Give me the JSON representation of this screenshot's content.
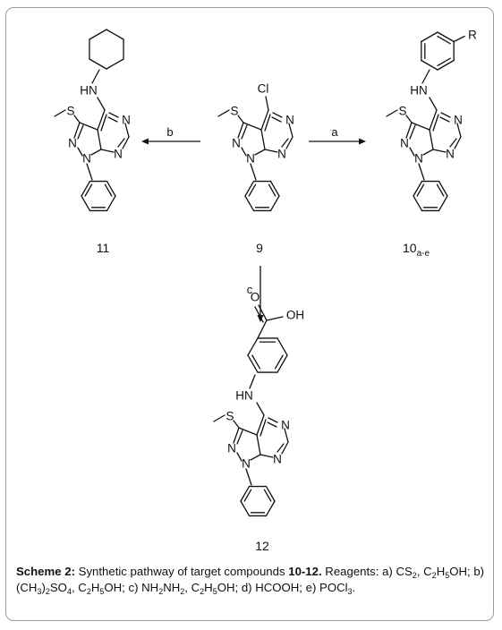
{
  "scheme": {
    "compounds": {
      "c9": {
        "number": "9"
      },
      "c11": {
        "number": "11"
      },
      "c10": {
        "number": "10",
        "subscript": "a-e"
      },
      "c12": {
        "number": "12"
      }
    },
    "arrows": {
      "a": "a",
      "b": "b",
      "c": "c"
    },
    "atoms": {
      "cl": "Cl",
      "n": "N",
      "s": "S",
      "hn": "HN",
      "r": "R",
      "o": "O",
      "oh": "OH"
    }
  },
  "caption": {
    "label": "Scheme 2:",
    "text": " Synthetic pathway of target compounds ",
    "compounds": "10-12.",
    "reagents_prefix": " Reagents: a) CS",
    "r_a_sub": "2",
    "r_a_tail": ", C",
    "c1": "2",
    "c1b": "H",
    "c1c": "5",
    "c1d": "OH; b) (CH",
    "c2": "3",
    "c2b": ")",
    "c2c": "2",
    "c2d": "SO",
    "c2e": "4",
    "c2f": ", C",
    "c3": "2",
    "c3b": "H",
    "c3c": "5",
    "c3d": "OH; c) NH",
    "c4": "2",
    "c4b": "NH",
    "c4c": "2",
    "c4d": ", C",
    "c5": "2",
    "c5b": "H",
    "c5c": "5",
    "c5d": "OH; d) HCOOH; e) POCl",
    "c6": "3",
    "c6b": "."
  }
}
